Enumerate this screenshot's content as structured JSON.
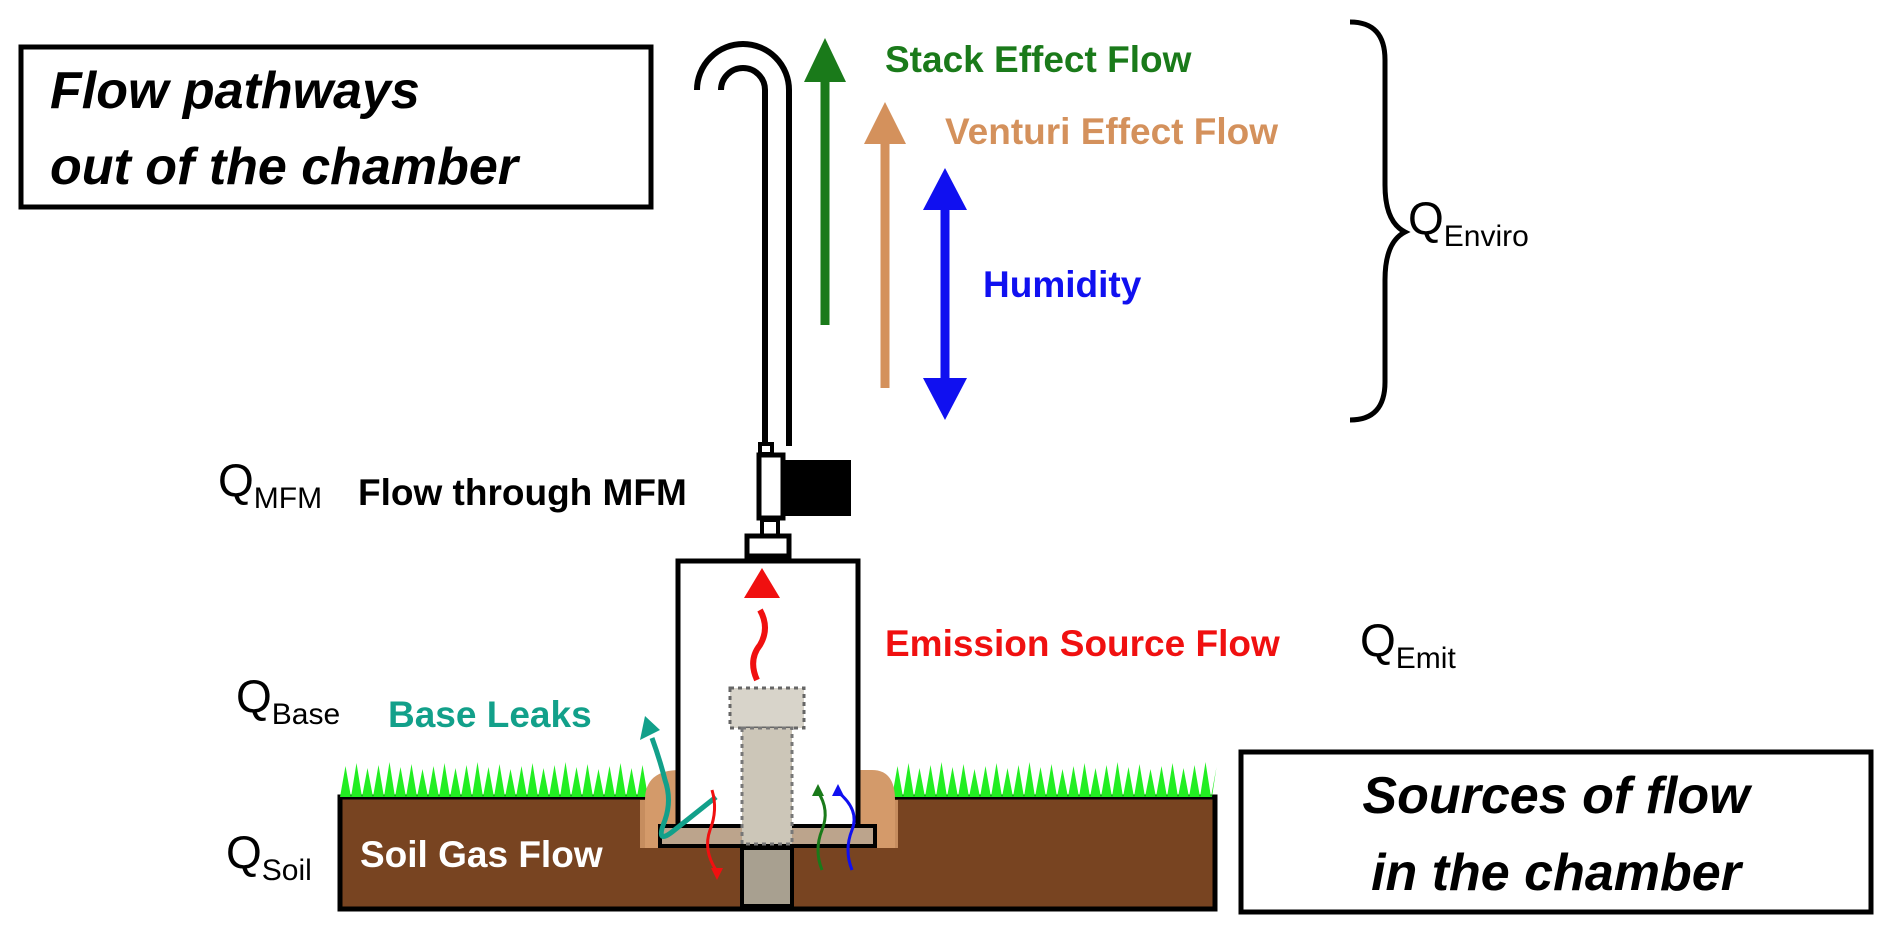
{
  "boxes": {
    "pathways_line1": "Flow pathways",
    "pathways_line2": "out of the chamber",
    "sources_line1": "Sources of flow",
    "sources_line2": "in the chamber"
  },
  "labels": {
    "stack": "Stack Effect Flow",
    "venturi": "Venturi Effect Flow",
    "humidity": "Humidity",
    "mfm_flow": "Flow through MFM",
    "emission": "Emission Source Flow",
    "base_leaks": "Base Leaks",
    "soil_gas": "Soil Gas Flow"
  },
  "q_symbols": {
    "enviro": {
      "main": "Q",
      "sub": "Enviro"
    },
    "mfm": {
      "main": "Q",
      "sub": "MFM"
    },
    "emit": {
      "main": "Q",
      "sub": "Emit"
    },
    "base": {
      "main": "Q",
      "sub": "Base"
    },
    "soil": {
      "main": "Q",
      "sub": "Soil"
    }
  },
  "colors": {
    "stack": "#1a7a1a",
    "venturi": "#d4915c",
    "humidity": "#1010f0",
    "emission": "#f01010",
    "base_leaks": "#12a08a",
    "soil": "#784421",
    "grass": "#22ee22",
    "chamber_base": "#d39a6a",
    "source": "#a8a090"
  }
}
